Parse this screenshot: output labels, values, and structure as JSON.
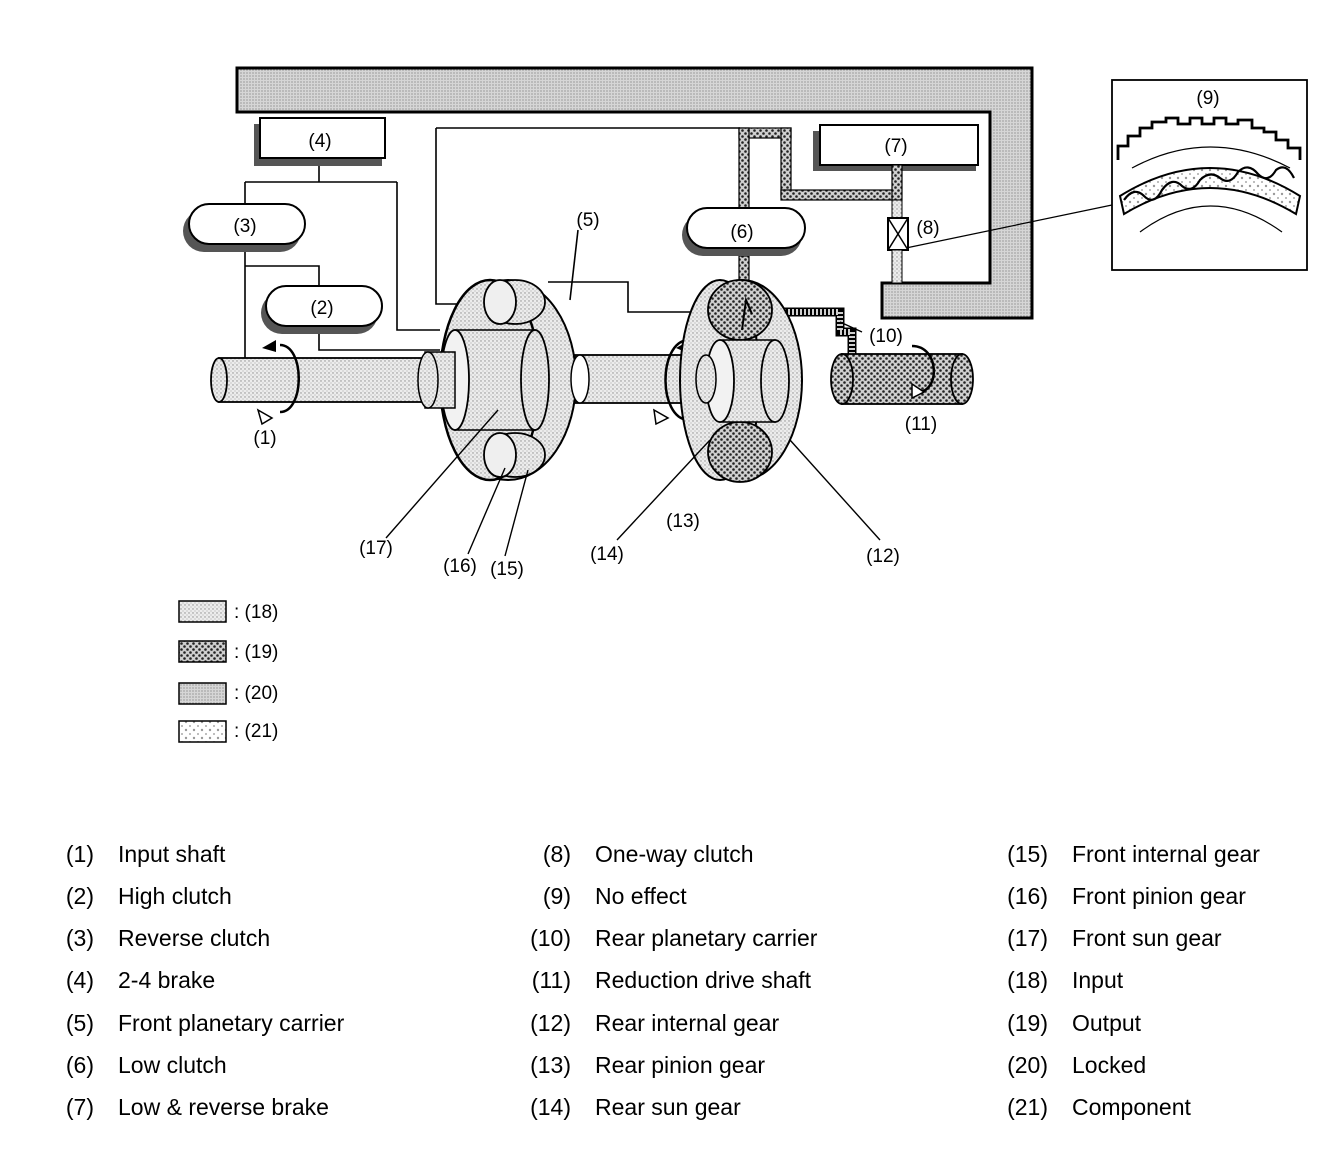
{
  "callouts": {
    "c1": "(1)",
    "c2": "(2)",
    "c3": "(3)",
    "c4": "(4)",
    "c5": "(5)",
    "c6": "(6)",
    "c7": "(7)",
    "c8": "(8)",
    "c9": "(9)",
    "c10": "(10)",
    "c11": "(11)",
    "c12": "(12)",
    "c13": "(13)",
    "c14": "(14)",
    "c15": "(15)",
    "c16": "(16)",
    "c17": "(17)"
  },
  "legend": [
    {
      "label": ": (18)",
      "pattern": "light-dots"
    },
    {
      "label": ": (19)",
      "pattern": "heavy-dots"
    },
    {
      "label": ": (20)",
      "pattern": "fine-stipple"
    },
    {
      "label": ": (21)",
      "pattern": "sparse-dots"
    }
  ],
  "key": [
    [
      {
        "num": "(1)",
        "name": "Input shaft"
      },
      {
        "num": "(2)",
        "name": "High clutch"
      },
      {
        "num": "(3)",
        "name": "Reverse clutch"
      },
      {
        "num": "(4)",
        "name": "2-4 brake"
      },
      {
        "num": "(5)",
        "name": "Front planetary carrier"
      },
      {
        "num": "(6)",
        "name": "Low clutch"
      },
      {
        "num": "(7)",
        "name": "Low & reverse brake"
      }
    ],
    [
      {
        "num": "(8)",
        "name": "One-way clutch"
      },
      {
        "num": "(9)",
        "name": "No effect"
      },
      {
        "num": "(10)",
        "name": "Rear planetary carrier"
      },
      {
        "num": "(11)",
        "name": "Reduction drive shaft"
      },
      {
        "num": "(12)",
        "name": "Rear internal gear"
      },
      {
        "num": "(13)",
        "name": "Rear pinion gear"
      },
      {
        "num": "(14)",
        "name": "Rear sun gear"
      }
    ],
    [
      {
        "num": "(15)",
        "name": "Front internal gear"
      },
      {
        "num": "(16)",
        "name": "Front pinion gear"
      },
      {
        "num": "(17)",
        "name": "Front sun gear"
      },
      {
        "num": "(18)",
        "name": "Input"
      },
      {
        "num": "(19)",
        "name": "Output"
      },
      {
        "num": "(20)",
        "name": "Locked"
      },
      {
        "num": "(21)",
        "name": "Component"
      }
    ]
  ]
}
